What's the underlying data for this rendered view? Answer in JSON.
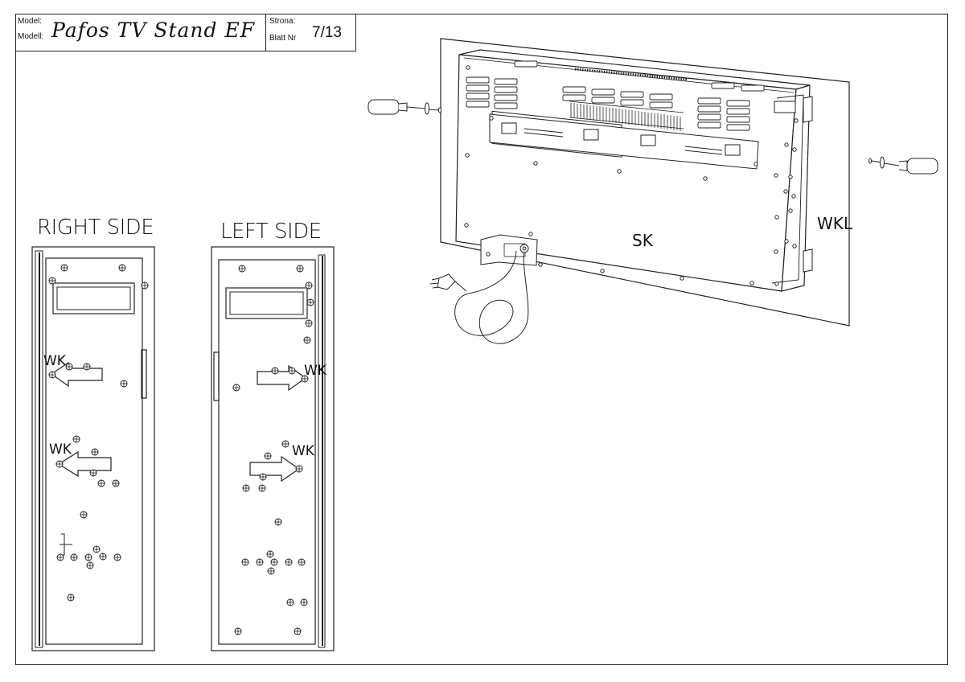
{
  "title_block": {
    "model_label_1": "Model:",
    "model_label_2": "Modell:",
    "model_name": "Pafos TV Stand EF",
    "page_label_1": "Strona:",
    "page_label_2": "Blatt Nr",
    "page_number": "7/13"
  },
  "views": {
    "right_side_title": "RIGHT SIDE",
    "left_side_title": "LEFT SIDE"
  },
  "labels": {
    "wk": "WK",
    "sk": "SK",
    "wkl": "WKL"
  }
}
